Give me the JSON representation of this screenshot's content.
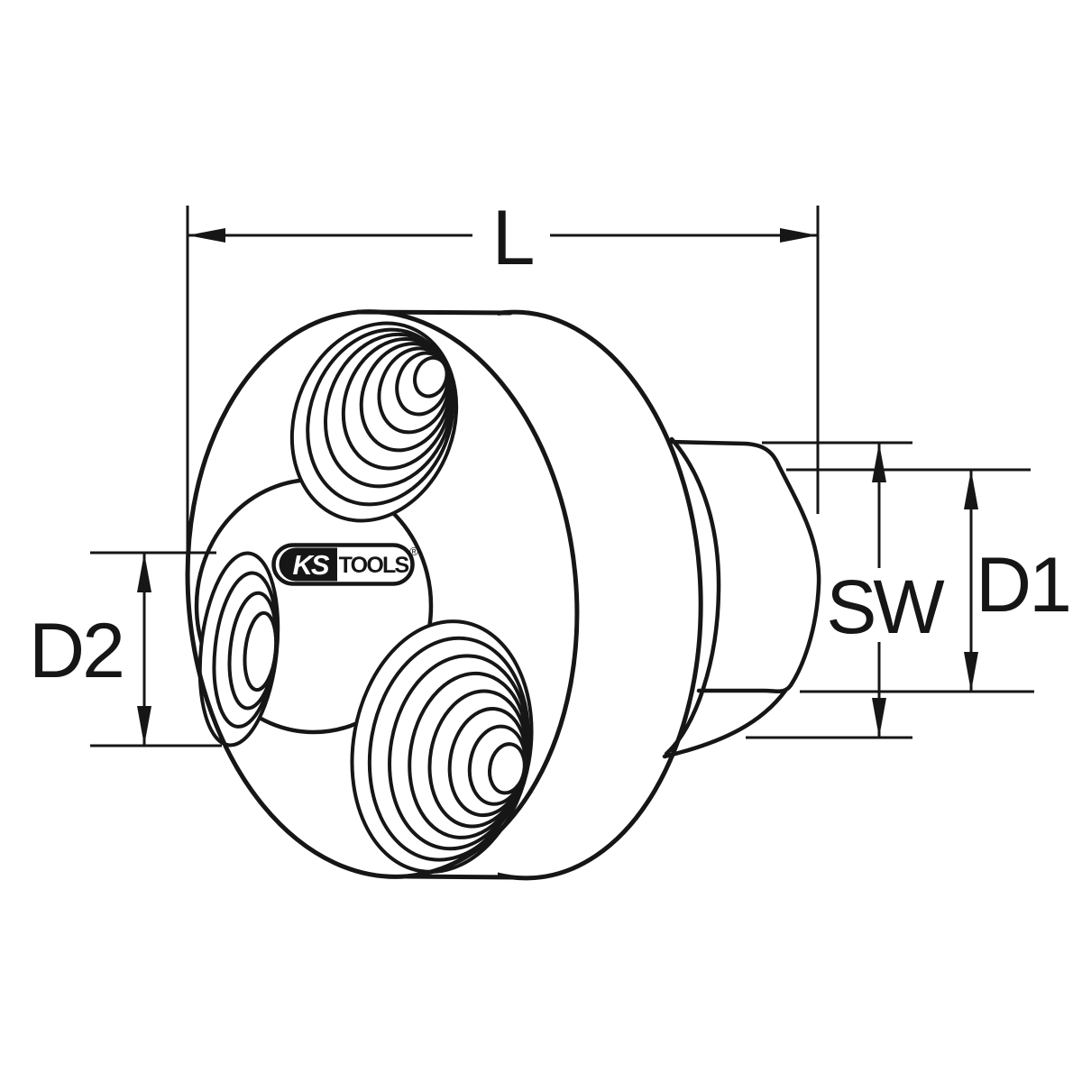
{
  "document": {
    "kind": "technical dimension drawing"
  },
  "dimensions": {
    "length_label": "L",
    "diameter1_label": "D1",
    "diameter2_label": "D2",
    "wrench_size_label": "SW"
  },
  "logo": {
    "left_text": "KS",
    "right_text": "TOOLS",
    "registered_mark": "®"
  },
  "colors": {
    "ink": "#161616",
    "background": "#ffffff"
  }
}
